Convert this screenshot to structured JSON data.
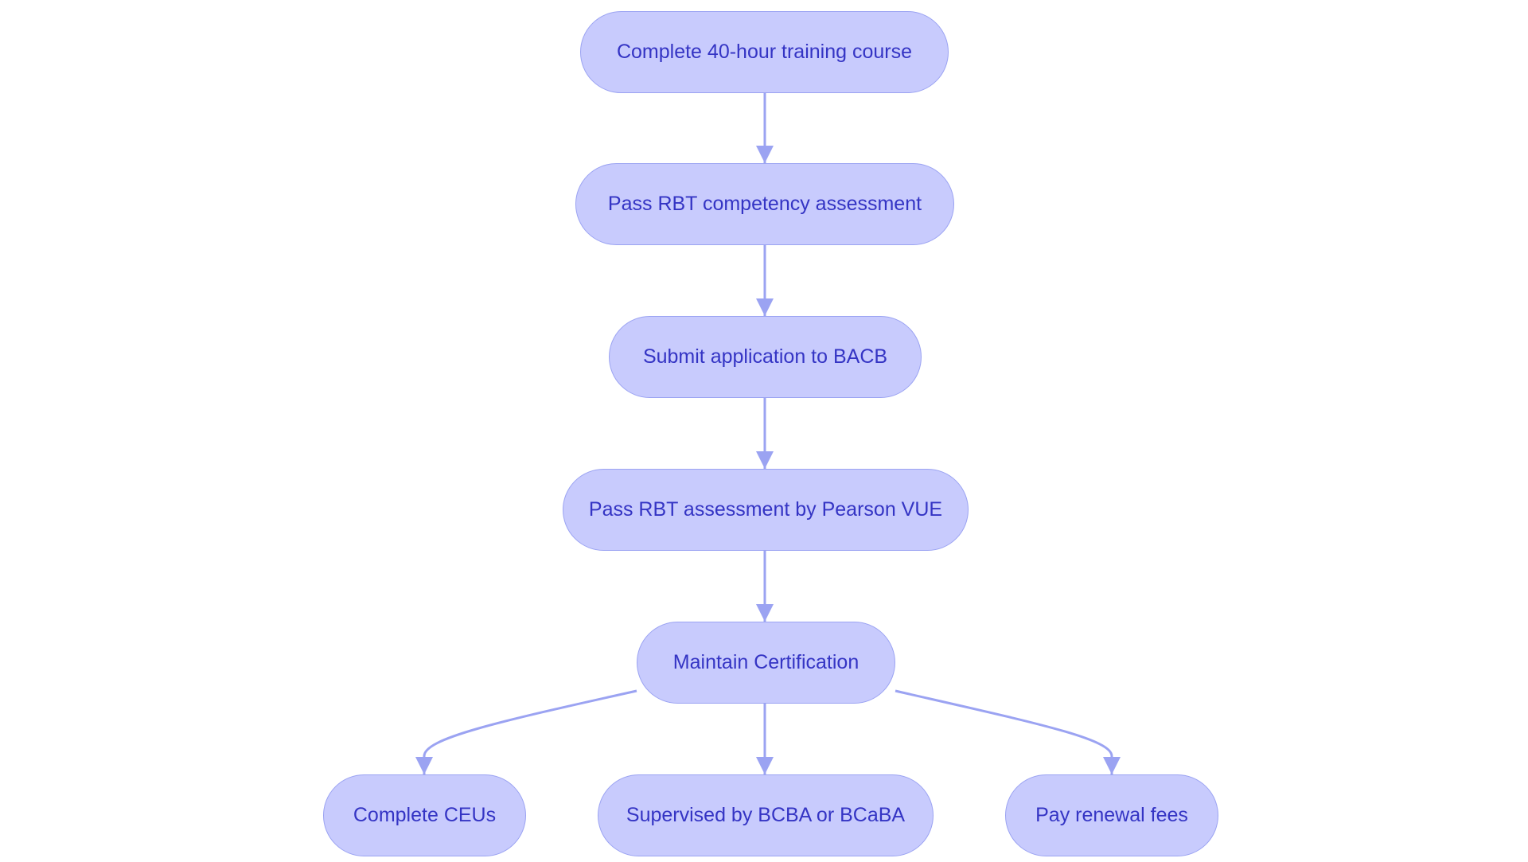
{
  "diagram": {
    "colors": {
      "node_fill": "#c8cbfd",
      "node_border": "#9ba3f2",
      "node_text": "#3434c4",
      "edge": "#9ba3f2"
    },
    "nodes": [
      {
        "id": "n1",
        "label": "Complete 40-hour training course"
      },
      {
        "id": "n2",
        "label": "Pass RBT competency assessment"
      },
      {
        "id": "n3",
        "label": "Submit application to BACB"
      },
      {
        "id": "n4",
        "label": "Pass RBT assessment by Pearson VUE"
      },
      {
        "id": "n5",
        "label": "Maintain Certification"
      },
      {
        "id": "n6",
        "label": "Complete CEUs"
      },
      {
        "id": "n7",
        "label": "Supervised by BCBA or BCaBA"
      },
      {
        "id": "n8",
        "label": "Pay renewal fees"
      }
    ],
    "edges": [
      {
        "from": "n1",
        "to": "n2"
      },
      {
        "from": "n2",
        "to": "n3"
      },
      {
        "from": "n3",
        "to": "n4"
      },
      {
        "from": "n4",
        "to": "n5"
      },
      {
        "from": "n5",
        "to": "n6"
      },
      {
        "from": "n5",
        "to": "n7"
      },
      {
        "from": "n5",
        "to": "n8"
      }
    ]
  }
}
